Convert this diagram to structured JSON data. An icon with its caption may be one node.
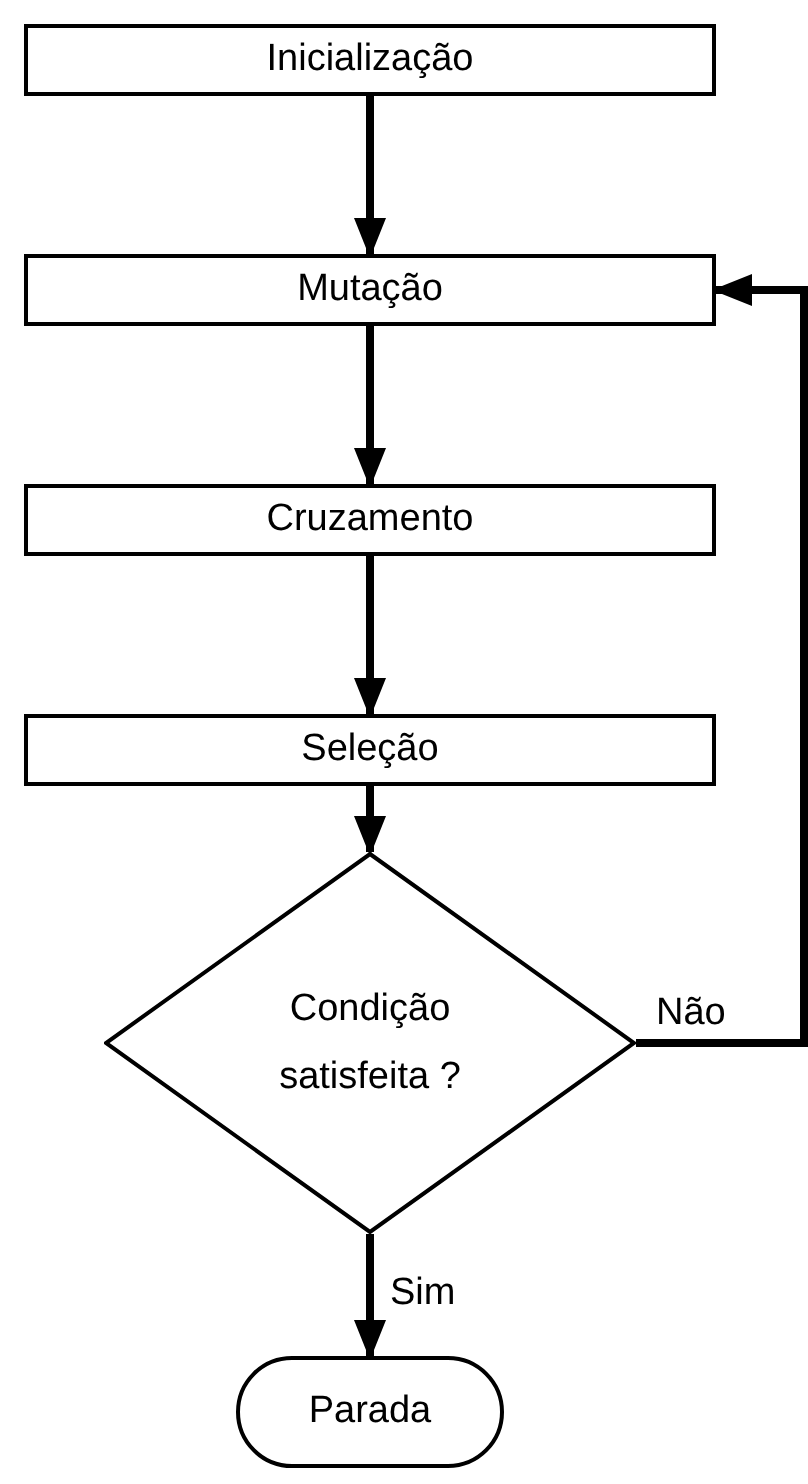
{
  "diagram": {
    "nodes": [
      {
        "text": [
          "Inicialização"
        ]
      },
      {
        "text": [
          "Mutação"
        ]
      },
      {
        "text": [
          "Cruzamento"
        ]
      },
      {
        "text": [
          "Seleção"
        ]
      },
      {
        "text": [
          "Condição satisfeita ?"
        ]
      },
      {
        "text": [
          "Parada"
        ]
      }
    ],
    "edges": [
      {
        "from": 0,
        "to": 1,
        "arrow": "to"
      },
      {
        "from": 1,
        "to": 2,
        "arrow": "to"
      },
      {
        "from": 2,
        "to": 3,
        "arrow": "to"
      },
      {
        "from": 3,
        "to": 4,
        "arrow": "to"
      },
      {
        "from": 4,
        "to": 5,
        "arrow": "to",
        "label": "Sim"
      },
      {
        "from": 4,
        "to": 1,
        "arrow": "to",
        "label": "Não"
      }
    ]
  }
}
